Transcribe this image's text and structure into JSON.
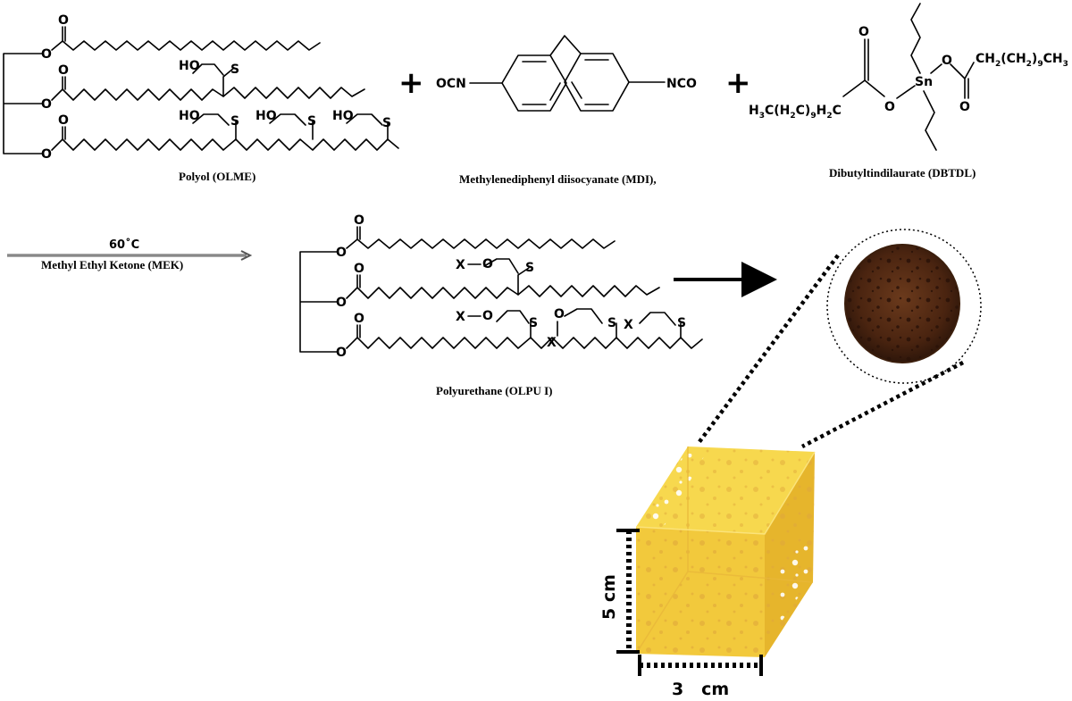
{
  "reactants": {
    "polyol": {
      "caption": "Polyol  (OLME)",
      "hydroxyl_label": "HO",
      "sulfur_label": "S",
      "ester_oxygen_label": "O"
    },
    "plus_sign": "+",
    "mdi": {
      "caption": "Methylenediphenyl diisocyanate (MDI),",
      "left_group": "OCN",
      "right_group": "NCO"
    },
    "catalyst": {
      "caption": "Dibutyltindilaurate (DBTDL)",
      "metal_label": "Sn",
      "left_chain": "H3C(H2C)9H2C",
      "right_chain": "CH2(CH2)9CH3",
      "oxygen_label": "O"
    }
  },
  "reaction_conditions": {
    "temperature": "60˚C",
    "solvent": "Methyl Ethyl Ketone (MEK)"
  },
  "product": {
    "caption": "Polyurethane (OLPU I)",
    "crosslink_label": "X",
    "oxygen_label": "O",
    "sulfur_label": "S"
  },
  "foam": {
    "height_label": "5  cm",
    "width_label": "3   cm",
    "colors": {
      "face_front": "#f2c93c",
      "face_top": "#f7d84e",
      "face_side": "#e6b52c",
      "pores": "#d9a330",
      "sample_photo": "#5a2e14"
    }
  }
}
